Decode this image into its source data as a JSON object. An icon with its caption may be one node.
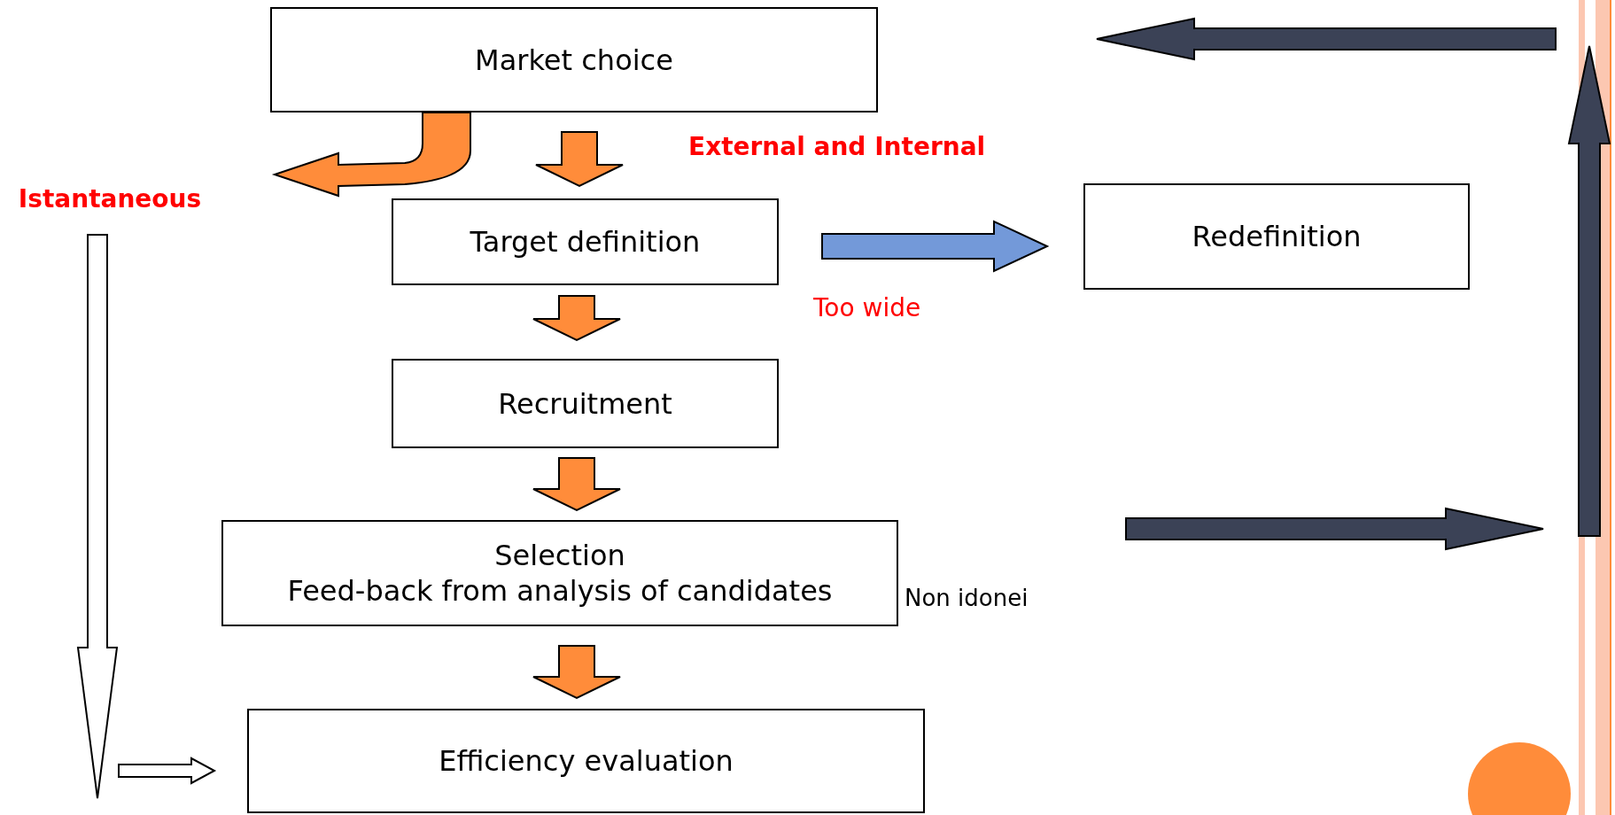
{
  "diagram": {
    "nodes": [
      {
        "text": [
          "Market choice"
        ]
      },
      {
        "text": [
          "Istantaneous"
        ]
      },
      {
        "text": [
          "Target definition"
        ]
      },
      {
        "text": [
          "Redefinition"
        ]
      },
      {
        "text": [
          "Recruitment"
        ]
      },
      {
        "text": [
          "Selection",
          "Feed-back from analysis of candidates"
        ]
      },
      {
        "text": [
          "Efficiency evaluation"
        ]
      }
    ],
    "edges": [
      {
        "from": 0,
        "to": 1,
        "arrow": "to"
      },
      {
        "from": 0,
        "to": 2,
        "arrow": "to"
      },
      {
        "from": 2,
        "to": 3,
        "arrow": "to",
        "label": "Too wide",
        "color": "#7399d9"
      },
      {
        "from": 2,
        "to": 4,
        "arrow": "to"
      },
      {
        "from": 4,
        "to": 5,
        "arrow": "to"
      },
      {
        "from": 5,
        "to": 6,
        "arrow": "to"
      },
      {
        "from": 1,
        "to": null,
        "arrow": "to",
        "color": "#ffffff"
      },
      {
        "from": null,
        "to": 6,
        "arrow": "to",
        "color": "#ffffff"
      }
    ],
    "labels": [
      "External and Internal",
      "Non idonei"
    ]
  }
}
